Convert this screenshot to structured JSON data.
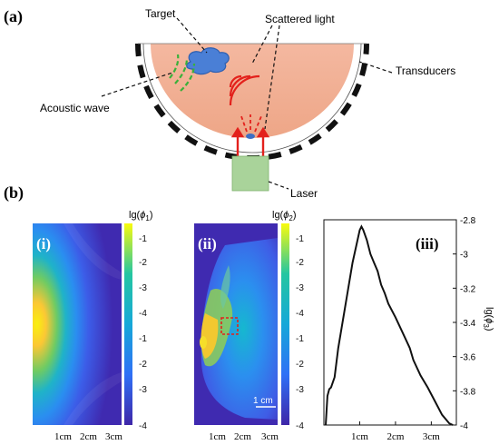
{
  "panel_a": {
    "label": "(a)",
    "target": "Target",
    "scattered_light": "Scattered light",
    "transducers": "Transducers",
    "acoustic_wave": "Acoustic wave",
    "laser": "Laser"
  },
  "panel_b": {
    "label": "(b)",
    "sub_i": "(i)",
    "sub_ii": "(ii)",
    "sub_iii": "(iii)",
    "x_ticks": [
      "1cm",
      "2cm",
      "3cm"
    ],
    "scale_bar": "1 cm",
    "colorbar_1": {
      "title_base": "lg(",
      "title_sym": "ϕ",
      "title_sub": "1",
      "title_end": ")",
      "ticks": [
        "-1",
        "-2",
        "-3",
        "-4",
        "-1",
        "-2",
        "-3",
        "-4"
      ]
    },
    "colorbar_2": {
      "title_base": "lg(",
      "title_sym": "ϕ",
      "title_sub": "2",
      "title_end": ")",
      "ticks": [
        "-1",
        "-2",
        "-3",
        "-4",
        "-1",
        "-2",
        "-3",
        "-4"
      ]
    },
    "plot_iii_ylabel": {
      "base": "lg(",
      "sym": "ϕ",
      "sub": "3",
      "end": ")"
    }
  },
  "chart_data": {
    "type": "line",
    "ylabel": "lg(ϕ3)",
    "ylim": [
      -4,
      -2.8
    ],
    "y_ticks": [
      -2.8,
      -3,
      -3.2,
      -3.4,
      -3.6,
      -3.8,
      -4
    ],
    "x_ticks": [
      "1cm",
      "2cm",
      "3cm"
    ],
    "x": [
      0.05,
      0.1,
      0.15,
      0.2,
      0.3,
      0.4,
      0.6,
      0.8,
      1.0,
      1.05,
      1.1,
      1.2,
      1.3,
      1.4,
      1.5,
      1.6,
      1.7,
      1.8,
      2.0,
      2.2,
      2.4,
      2.5,
      2.7,
      2.9,
      3.1,
      3.3,
      3.5,
      3.6
    ],
    "y": [
      -4.0,
      -3.83,
      -3.79,
      -3.78,
      -3.72,
      -3.55,
      -3.3,
      -3.05,
      -2.86,
      -2.84,
      -2.86,
      -2.92,
      -3.0,
      -3.05,
      -3.1,
      -3.18,
      -3.23,
      -3.29,
      -3.37,
      -3.46,
      -3.55,
      -3.62,
      -3.71,
      -3.78,
      -3.86,
      -3.94,
      -3.99,
      -4.0
    ]
  }
}
